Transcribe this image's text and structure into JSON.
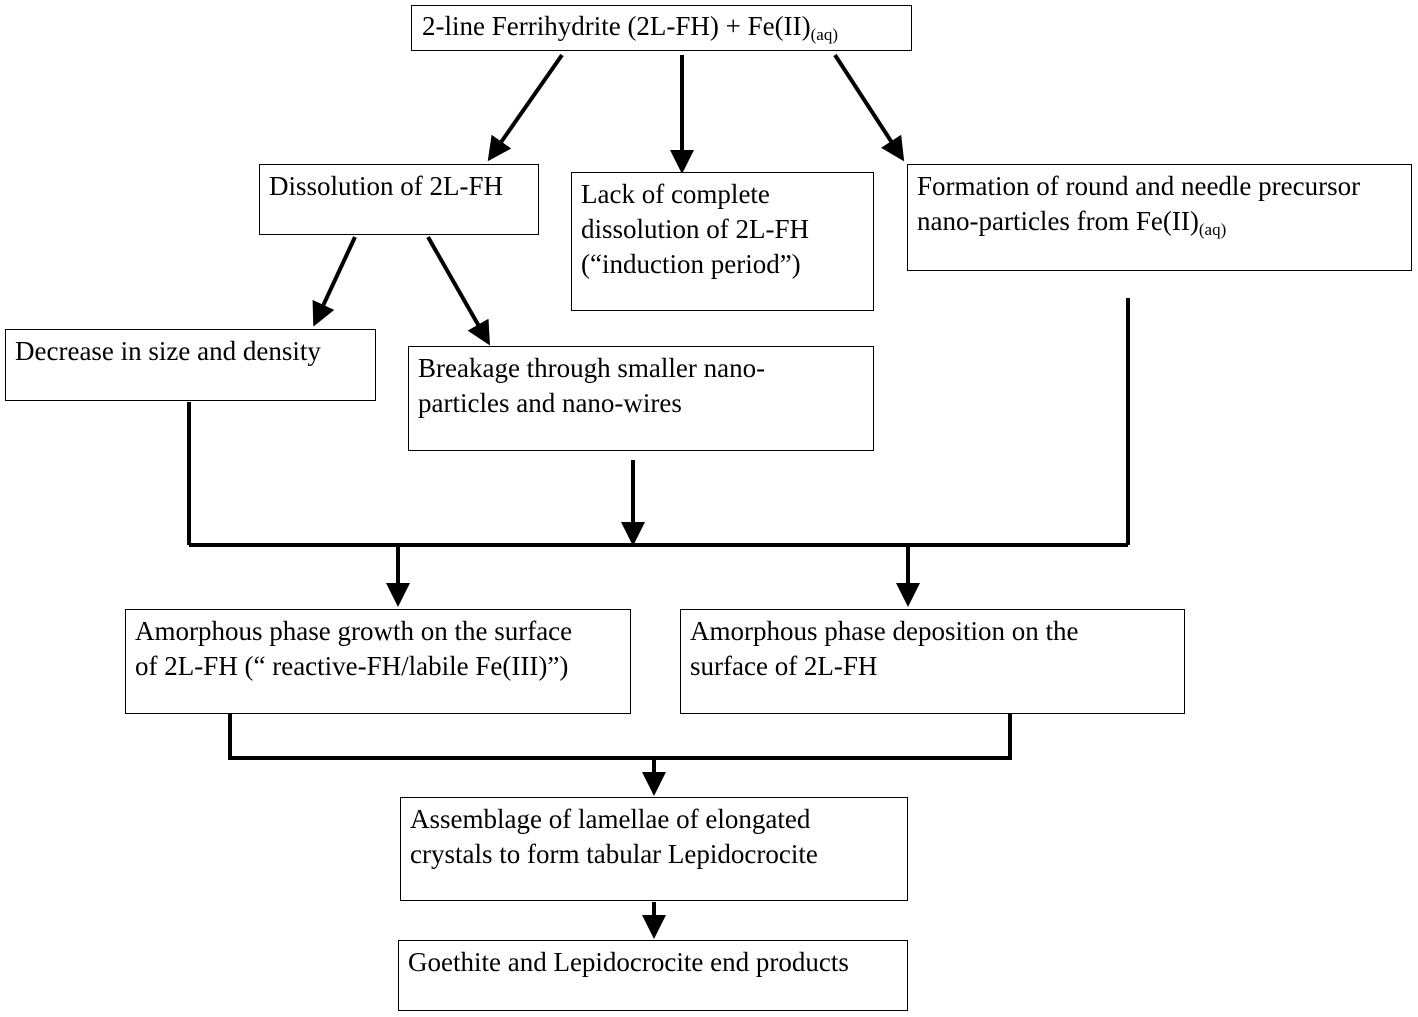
{
  "diagram": {
    "nodes": {
      "start": {
        "text": "2-line Ferrihydrite (2L-FH) + Fe(II)",
        "sub": "(aq)"
      },
      "dissolution": {
        "text": "Dissolution of 2L-FH"
      },
      "lack": {
        "lines": [
          "Lack of complete",
          "dissolution of 2L-FH",
          "(“induction period”)"
        ]
      },
      "formation": {
        "line1": "Formation of round and needle precursor",
        "line2": "nano-particles from Fe(II)",
        "sub": "(aq)"
      },
      "decrease": {
        "text": "Decrease in size and density"
      },
      "breakage": {
        "lines": [
          "Breakage through smaller nano-",
          "particles and nano-wires"
        ]
      },
      "growth": {
        "lines": [
          "Amorphous phase growth on the surface",
          "of 2L-FH (“ reactive-FH/labile Fe(III)”)"
        ]
      },
      "deposition": {
        "lines": [
          "Amorphous phase deposition on the",
          "surface of 2L-FH"
        ]
      },
      "assemblage": {
        "lines": [
          "Assemblage of lamellae of elongated",
          "crystals to form tabular Lepidocrocite"
        ]
      },
      "end": {
        "text": "Goethite and Lepidocrocite end products"
      }
    },
    "edges": [
      {
        "from": "start",
        "to": "dissolution"
      },
      {
        "from": "start",
        "to": "lack"
      },
      {
        "from": "start",
        "to": "formation"
      },
      {
        "from": "dissolution",
        "to": "decrease"
      },
      {
        "from": "dissolution",
        "to": "breakage"
      },
      {
        "from": "decrease",
        "to": "growth"
      },
      {
        "from": "decrease",
        "to": "deposition"
      },
      {
        "from": "breakage",
        "to": "growth"
      },
      {
        "from": "breakage",
        "to": "deposition"
      },
      {
        "from": "formation",
        "to": "growth"
      },
      {
        "from": "formation",
        "to": "deposition"
      },
      {
        "from": "growth",
        "to": "assemblage"
      },
      {
        "from": "deposition",
        "to": "assemblage"
      },
      {
        "from": "assemblage",
        "to": "end"
      }
    ],
    "line_color": "#000000"
  }
}
